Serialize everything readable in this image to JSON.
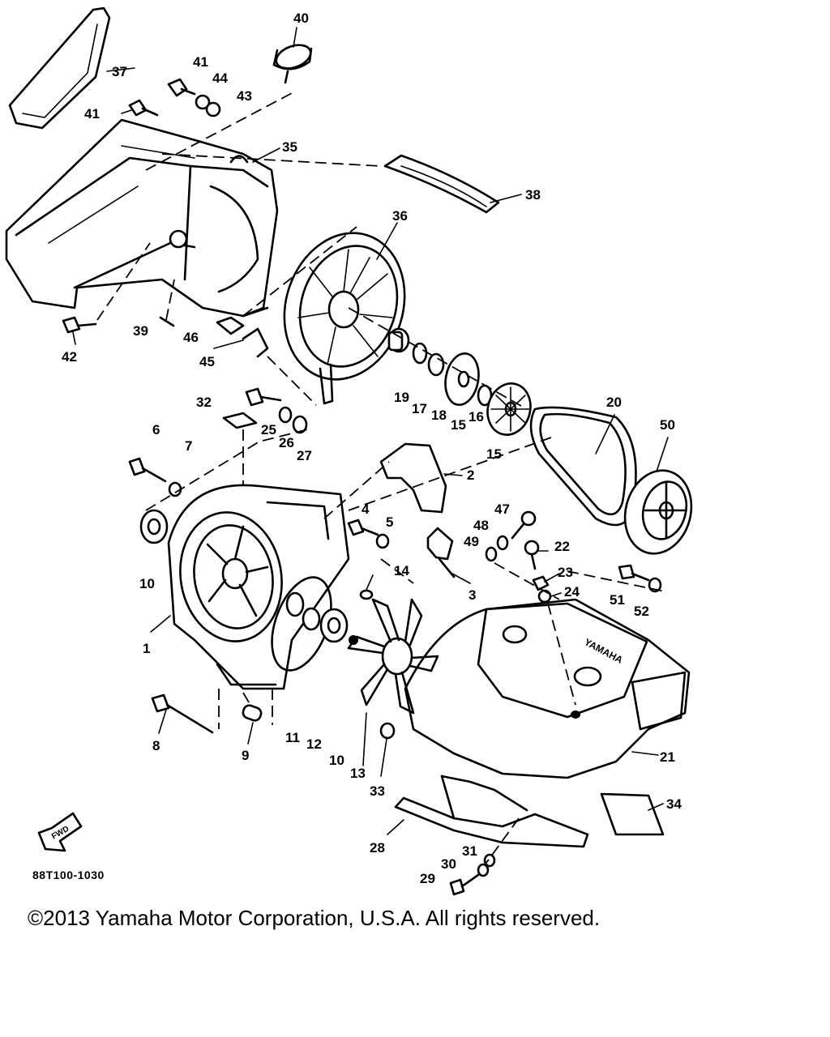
{
  "diagram": {
    "reference_code": "88T100-1030",
    "direction_arrow_label": "FWD",
    "badge_lettering": "YAMAHA",
    "callouts": [
      {
        "id": "c40",
        "label": "40"
      },
      {
        "id": "c37",
        "label": "37"
      },
      {
        "id": "c41a",
        "label": "41"
      },
      {
        "id": "c44",
        "label": "44"
      },
      {
        "id": "c43",
        "label": "43"
      },
      {
        "id": "c41b",
        "label": "41"
      },
      {
        "id": "c35",
        "label": "35"
      },
      {
        "id": "c38",
        "label": "38"
      },
      {
        "id": "c36",
        "label": "36"
      },
      {
        "id": "c42",
        "label": "42"
      },
      {
        "id": "c39",
        "label": "39"
      },
      {
        "id": "c46",
        "label": "46"
      },
      {
        "id": "c45",
        "label": "45"
      },
      {
        "id": "c19",
        "label": "19"
      },
      {
        "id": "c17",
        "label": "17"
      },
      {
        "id": "c18",
        "label": "18"
      },
      {
        "id": "c15a",
        "label": "15"
      },
      {
        "id": "c16",
        "label": "16"
      },
      {
        "id": "c15b",
        "label": "15"
      },
      {
        "id": "c20",
        "label": "20"
      },
      {
        "id": "c50",
        "label": "50"
      },
      {
        "id": "c32",
        "label": "32"
      },
      {
        "id": "c25",
        "label": "25"
      },
      {
        "id": "c26",
        "label": "26"
      },
      {
        "id": "c27",
        "label": "27"
      },
      {
        "id": "c6",
        "label": "6"
      },
      {
        "id": "c7",
        "label": "7"
      },
      {
        "id": "c2",
        "label": "2"
      },
      {
        "id": "c4",
        "label": "4"
      },
      {
        "id": "c5",
        "label": "5"
      },
      {
        "id": "c47",
        "label": "47"
      },
      {
        "id": "c48",
        "label": "48"
      },
      {
        "id": "c49",
        "label": "49"
      },
      {
        "id": "c22",
        "label": "22"
      },
      {
        "id": "c10a",
        "label": "10"
      },
      {
        "id": "c14",
        "label": "14"
      },
      {
        "id": "c3",
        "label": "3"
      },
      {
        "id": "c23",
        "label": "23"
      },
      {
        "id": "c24",
        "label": "24"
      },
      {
        "id": "c51",
        "label": "51"
      },
      {
        "id": "c52",
        "label": "52"
      },
      {
        "id": "c1",
        "label": "1"
      },
      {
        "id": "c21",
        "label": "21"
      },
      {
        "id": "c8",
        "label": "8"
      },
      {
        "id": "c9",
        "label": "9"
      },
      {
        "id": "c11",
        "label": "11"
      },
      {
        "id": "c12",
        "label": "12"
      },
      {
        "id": "c10b",
        "label": "10"
      },
      {
        "id": "c13",
        "label": "13"
      },
      {
        "id": "c33",
        "label": "33"
      },
      {
        "id": "c34",
        "label": "34"
      },
      {
        "id": "c28",
        "label": "28"
      },
      {
        "id": "c31",
        "label": "31"
      },
      {
        "id": "c30",
        "label": "30"
      },
      {
        "id": "c29",
        "label": "29"
      }
    ]
  },
  "footer": {
    "copyright": "©2013 Yamaha Motor Corporation, U.S.A. All rights reserved."
  }
}
